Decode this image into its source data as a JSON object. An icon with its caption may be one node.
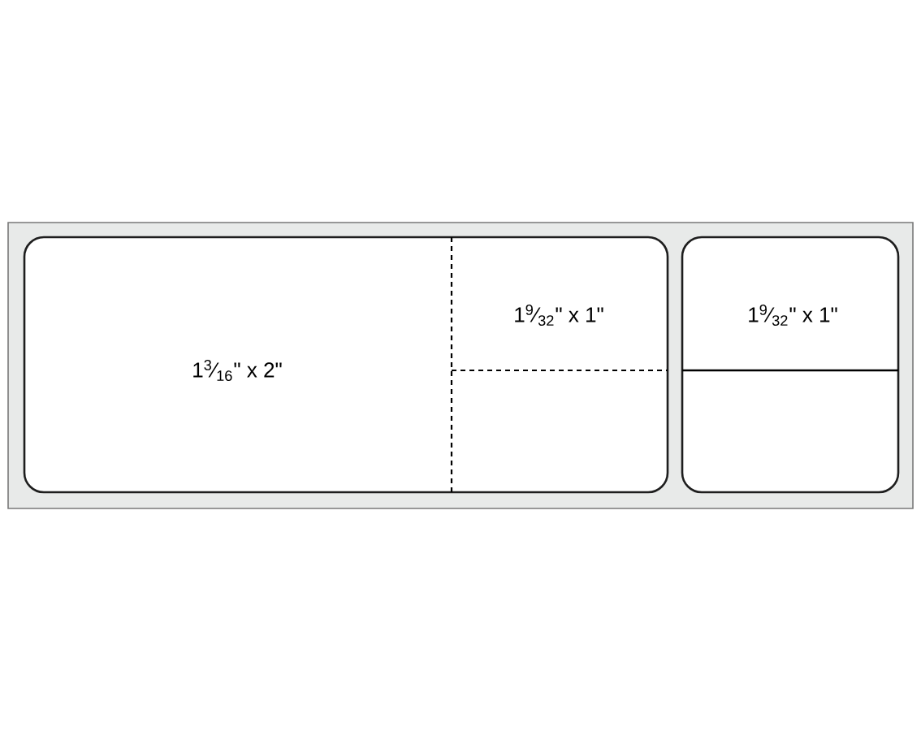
{
  "diagram": {
    "nodes": [
      {
        "text": [],
        "shape": "box"
      },
      {
        "text": [
          "1$^{3}$⁄$_{16}$\" x 2\"",
          "1$^{9}$⁄$_{32}$\" x 1\""
        ],
        "in": 0
      },
      {
        "text": [
          "1$^{9}$⁄$_{32}$\" x 1\""
        ],
        "in": 0
      }
    ]
  }
}
